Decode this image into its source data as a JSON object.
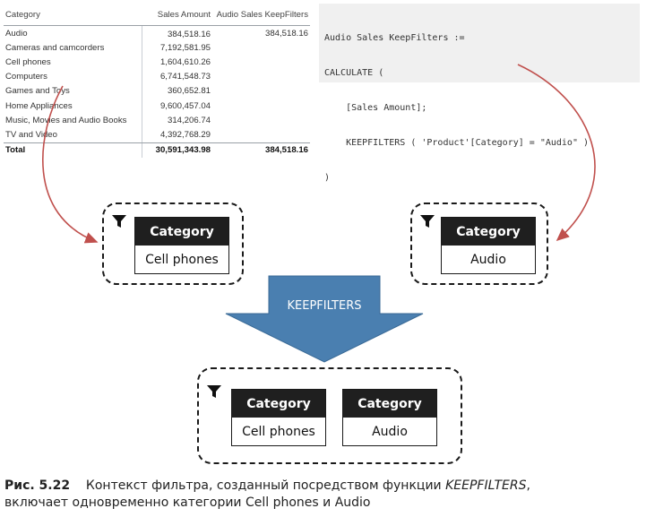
{
  "table": {
    "headers": [
      "Category",
      "Sales Amount",
      "Audio Sales KeepFilters"
    ],
    "rows": [
      {
        "category": "Audio",
        "sales": "384,518.16",
        "keep": "384,518.16"
      },
      {
        "category": "Cameras and camcorders",
        "sales": "7,192,581.95",
        "keep": ""
      },
      {
        "category": "Cell phones",
        "sales": "1,604,610.26",
        "keep": ""
      },
      {
        "category": "Computers",
        "sales": "6,741,548.73",
        "keep": ""
      },
      {
        "category": "Games and Toys",
        "sales": "360,652.81",
        "keep": ""
      },
      {
        "category": "Home Appliances",
        "sales": "9,600,457.04",
        "keep": ""
      },
      {
        "category": "Music, Movies and Audio Books",
        "sales": "314,206.74",
        "keep": ""
      },
      {
        "category": "TV and Video",
        "sales": "4,392,768.29",
        "keep": ""
      }
    ],
    "total": {
      "category": "Total",
      "sales": "30,591,343.98",
      "keep": "384,518.16"
    }
  },
  "code": {
    "lines": [
      "Audio Sales KeepFilters :=",
      "CALCULATE (",
      "    [Sales Amount];",
      "    KEEPFILTERS ( 'Product'[Category] = \"Audio\" )",
      ")"
    ]
  },
  "diagram": {
    "left_filter": {
      "header": "Category",
      "value": "Cell phones"
    },
    "right_filter": {
      "header": "Category",
      "value": "Audio"
    },
    "arrow_label": "KEEPFILTERS",
    "result_filters": [
      {
        "header": "Category",
        "value": "Cell phones"
      },
      {
        "header": "Category",
        "value": "Audio"
      }
    ],
    "colors": {
      "arrow_fill": "#4a7fb0",
      "connector": "#c0504d",
      "card_header": "#1f1f1f"
    }
  },
  "caption": {
    "label": "Рис. 5.22",
    "text_before": "Контекст фильтра, созданный посредством функции ",
    "func": "KEEPFILTERS",
    "text_after": ",",
    "line2": "включает одновременно категории Cell phones и Audio"
  }
}
